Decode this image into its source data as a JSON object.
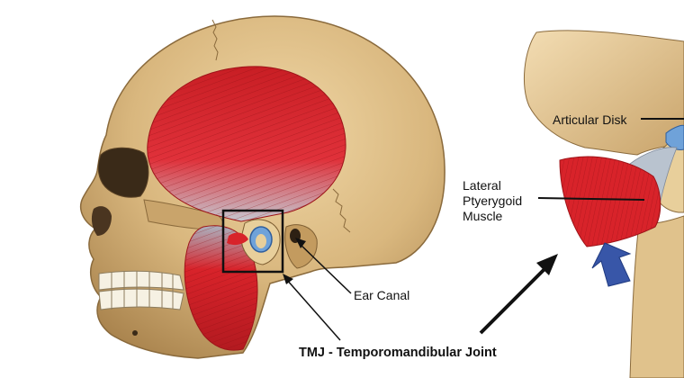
{
  "labels": {
    "articular_disk": "Articular Disk",
    "lateral_muscle": [
      "Lateral",
      "Ptyerygoid",
      "Muscle"
    ],
    "ear_canal": "Ear Canal",
    "tmj": "TMJ - Temporomandibular Joint"
  },
  "colors": {
    "bone": "#d9b77e",
    "bone_shadow": "#a9834d",
    "muscle": "#d8232a",
    "muscle_dark": "#9e1419",
    "tendon": "#b9c3cf",
    "disk_blue": "#6fa2d9",
    "arrow_blue": "#3856a8",
    "ink": "#111111"
  }
}
